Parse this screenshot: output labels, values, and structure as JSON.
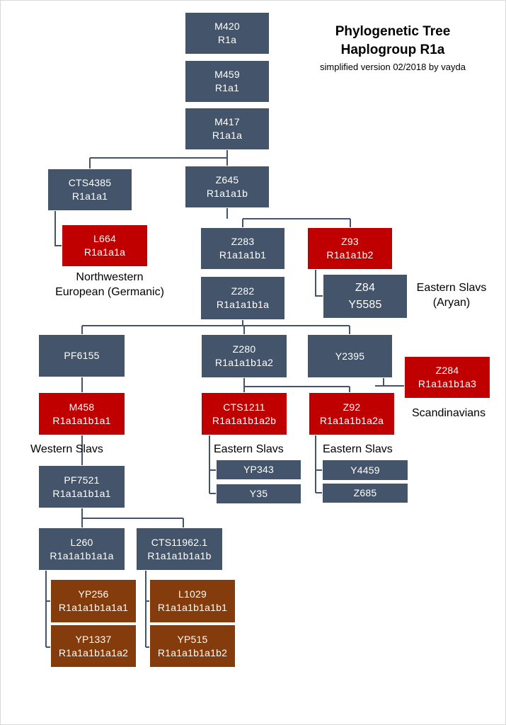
{
  "title": {
    "line1": "Phylogenetic Tree",
    "line2": "Haplogroup R1a",
    "subtitle": "simplified version 02/2018 by vayda"
  },
  "colors": {
    "node_default": "#44546a",
    "node_highlight": "#c00000",
    "node_leaf": "#843c0c",
    "connector": "#44546a"
  },
  "nodes": {
    "m420": {
      "snp": "M420",
      "haplogroup": "R1a"
    },
    "m459": {
      "snp": "M459",
      "haplogroup": "R1a1"
    },
    "m417": {
      "snp": "M417",
      "haplogroup": "R1a1a"
    },
    "cts4385": {
      "snp": "CTS4385",
      "haplogroup": "R1a1a1"
    },
    "z645": {
      "snp": "Z645",
      "haplogroup": "R1a1a1b"
    },
    "l664": {
      "snp": "L664",
      "haplogroup": "R1a1a1a"
    },
    "z283": {
      "snp": "Z283",
      "haplogroup": "R1a1a1b1"
    },
    "z93": {
      "snp": "Z93",
      "haplogroup": "R1a1a1b2"
    },
    "z282": {
      "snp": "Z282",
      "haplogroup": "R1a1a1b1a"
    },
    "z84": {
      "snp": "Z84",
      "haplogroup": "Y5585"
    },
    "pf6155": {
      "snp": "PF6155"
    },
    "z280": {
      "snp": "Z280",
      "haplogroup": "R1a1a1b1a2"
    },
    "y2395": {
      "snp": "Y2395"
    },
    "z284": {
      "snp": "Z284",
      "haplogroup": "R1a1a1b1a3"
    },
    "m458": {
      "snp": "M458",
      "haplogroup": "R1a1a1b1a1"
    },
    "cts1211": {
      "snp": "CTS1211",
      "haplogroup": "R1a1a1b1a2b"
    },
    "z92": {
      "snp": "Z92",
      "haplogroup": "R1a1a1b1a2a"
    },
    "yp343": {
      "snp": "YP343"
    },
    "y35": {
      "snp": "Y35"
    },
    "y4459": {
      "snp": "Y4459"
    },
    "z685": {
      "snp": "Z685"
    },
    "pf7521": {
      "snp": "PF7521",
      "haplogroup": "R1a1a1b1a1"
    },
    "l260": {
      "snp": "L260",
      "haplogroup": "R1a1a1b1a1a"
    },
    "cts11962": {
      "snp": "CTS11962.1",
      "haplogroup": "R1a1a1b1a1b"
    },
    "yp256": {
      "snp": "YP256",
      "haplogroup": "R1a1a1b1a1a1"
    },
    "yp1337": {
      "snp": "YP1337",
      "haplogroup": "R1a1a1b1a1a2"
    },
    "l1029": {
      "snp": "L1029",
      "haplogroup": "R1a1a1b1a1b1"
    },
    "yp515": {
      "snp": "YP515",
      "haplogroup": "R1a1a1b1a1b2"
    }
  },
  "labels": {
    "northwestern_line1": "Northwestern",
    "northwestern_line2": "European (Germanic)",
    "eastern_slavs_aryan_line1": "Eastern Slavs",
    "eastern_slavs_aryan_line2": "(Aryan)",
    "scandinavians": "Scandinavians",
    "western_slavs": "Western Slavs",
    "eastern_slavs_cts1211": "Eastern Slavs",
    "eastern_slavs_z92": "Eastern Slavs"
  }
}
